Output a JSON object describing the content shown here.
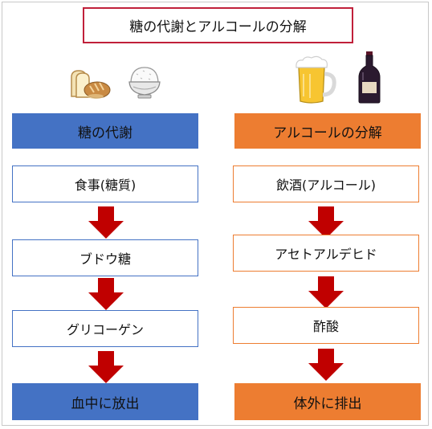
{
  "title": "糖の代謝とアルコールの分解",
  "colors": {
    "blue": "#4472c4",
    "orange": "#ed7d31",
    "arrow": "#c00000",
    "title_border": "#c0203a"
  },
  "left": {
    "header": "糖の代謝",
    "steps": [
      "食事(糖質)",
      "ブドウ糖",
      "グリコーゲン"
    ],
    "result": "血中に放出",
    "icons": [
      "bread-icon",
      "rice-bowl-icon"
    ]
  },
  "right": {
    "header": "アルコールの分解",
    "steps": [
      "飲酒(アルコール)",
      "アセトアルデヒド",
      "酢酸"
    ],
    "result": "体外に排出",
    "icons": [
      "beer-mug-icon",
      "wine-bottle-icon"
    ]
  }
}
